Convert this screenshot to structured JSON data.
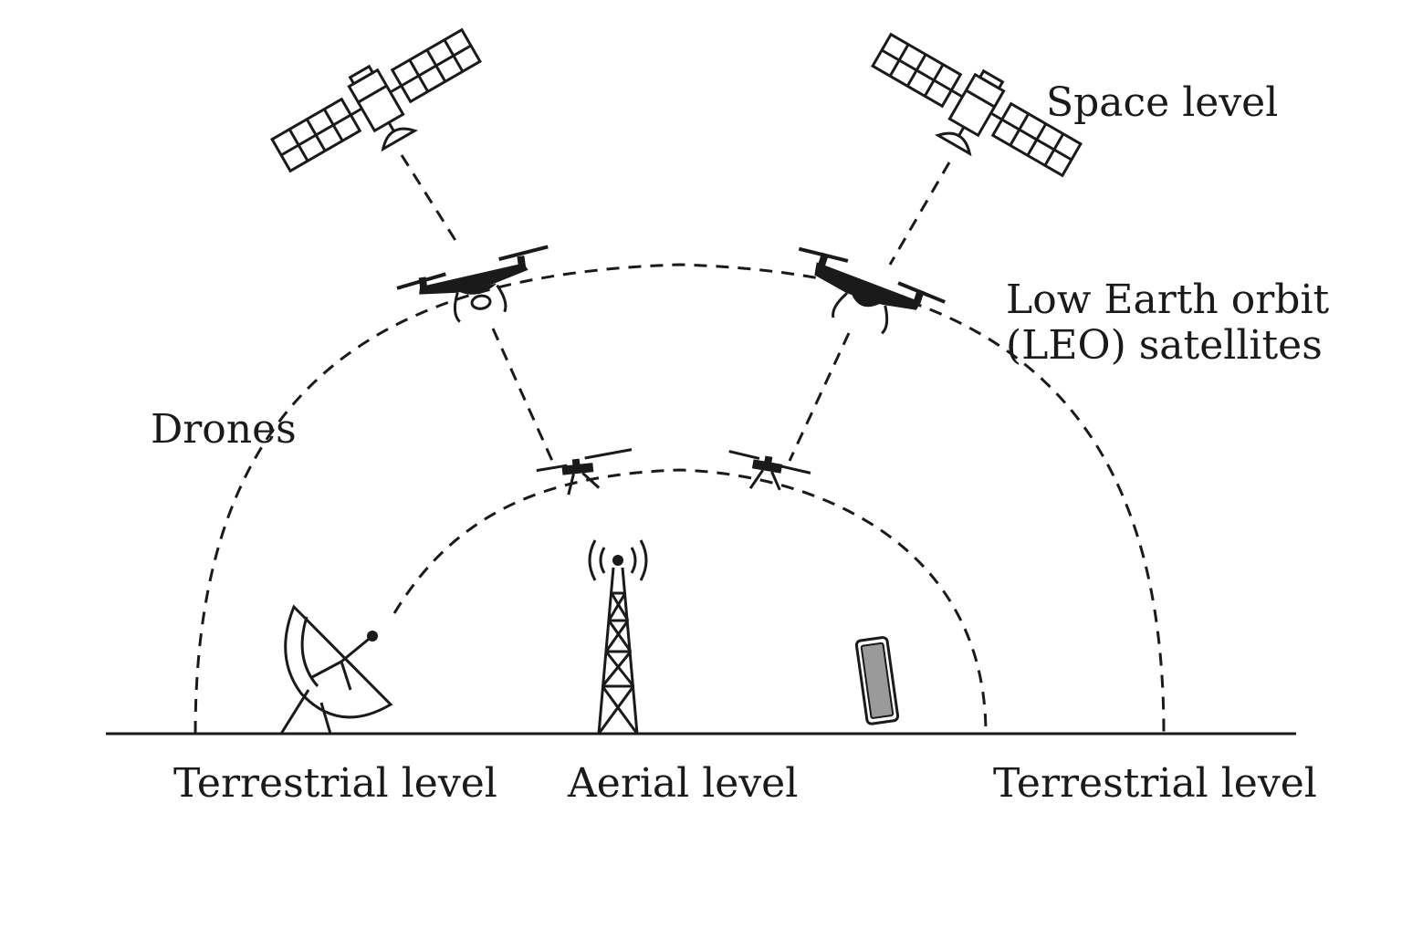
{
  "labels": {
    "space_level": "Space level",
    "leo_line1": "Low Earth orbit",
    "leo_line2": "(LEO) satellites",
    "drones": "Drones",
    "terrestrial_left": "Terrestrial level",
    "aerial": "Aerial level",
    "terrestrial_right": "Terrestrial level"
  },
  "icons": {
    "satellite_left": "satellite-icon",
    "satellite_right": "satellite-icon",
    "large_drones": "quadcopter-drone-icon",
    "small_drones": "small-drone-icon",
    "dish": "satellite-dish-icon",
    "tower": "cell-tower-icon",
    "phone": "smartphone-icon"
  },
  "colors": {
    "ink": "#1a1a1a",
    "phone_screen": "#9a9a9a",
    "background": "#ffffff"
  }
}
